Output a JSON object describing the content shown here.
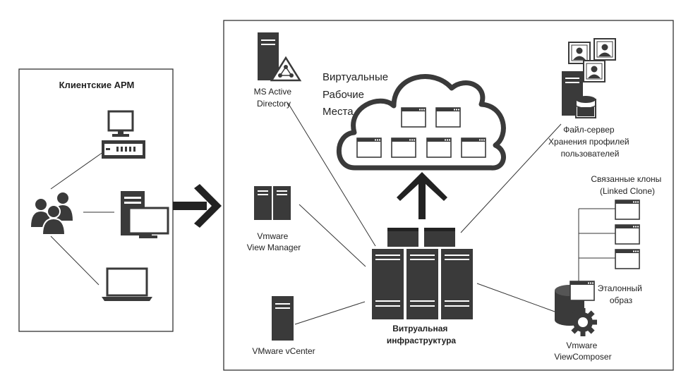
{
  "client_panel": {
    "title": "Клиентские АРМ"
  },
  "cloud": {
    "line1": "Виртуальные",
    "line2": "Рабочие",
    "line3": "Места"
  },
  "nodes": {
    "ms_ad": {
      "line1": "MS Active",
      "line2": "Directory"
    },
    "view_manager": {
      "line1": "Vmware",
      "line2": "View Manager"
    },
    "vcenter": {
      "line1": "VMware vCenter"
    },
    "infra": {
      "line1": "Витруальная",
      "line2": "инфраструктура"
    },
    "file_server": {
      "line1": "Файл-сервер",
      "line2": "Хранения профилей",
      "line3": "пользователей"
    },
    "linked_clones": {
      "line1": "Связанные клоны",
      "line2": "(Linked Clone)"
    },
    "master_image": {
      "line1": "Эталонный",
      "line2": "образ"
    },
    "view_composer": {
      "line1": "Vmware",
      "line2": "ViewComposer"
    }
  },
  "icons": [
    "users-icon",
    "desktop-computer-icon",
    "workstation-icon",
    "laptop-icon",
    "arrow-right-icon",
    "server-icon",
    "server-rack-icon",
    "cloud-icon",
    "window-icon",
    "arrow-up-icon",
    "photo-profile-icon",
    "database-icon",
    "gear-icon"
  ],
  "colors": {
    "icon": "#3a3a3a",
    "line": "#333333",
    "background": "#ffffff"
  }
}
